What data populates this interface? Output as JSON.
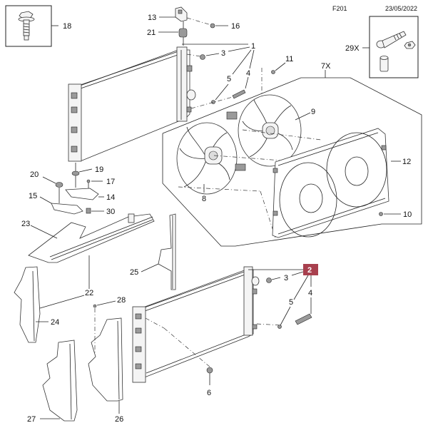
{
  "header": {
    "figure_code": "F201",
    "date": "23/05/2022"
  },
  "highlight": {
    "label": "2",
    "color": "#a8404e"
  },
  "callouts": {
    "c1": "1",
    "c2": "2",
    "c3a": "3",
    "c3b": "3",
    "c4a": "4",
    "c4b": "4",
    "c5a": "5",
    "c5b": "5",
    "c6": "6",
    "c7x": "7X",
    "c8": "8",
    "c9": "9",
    "c10": "10",
    "c11": "11",
    "c12": "12",
    "c13": "13",
    "c14": "14",
    "c15": "15",
    "c16": "16",
    "c17": "17",
    "c18": "18",
    "c19": "19",
    "c20": "20",
    "c21": "21",
    "c22": "22",
    "c23": "23",
    "c24": "24",
    "c25": "25",
    "c26": "26",
    "c27": "27",
    "c28": "28",
    "c29x": "29X",
    "c30": "30"
  }
}
